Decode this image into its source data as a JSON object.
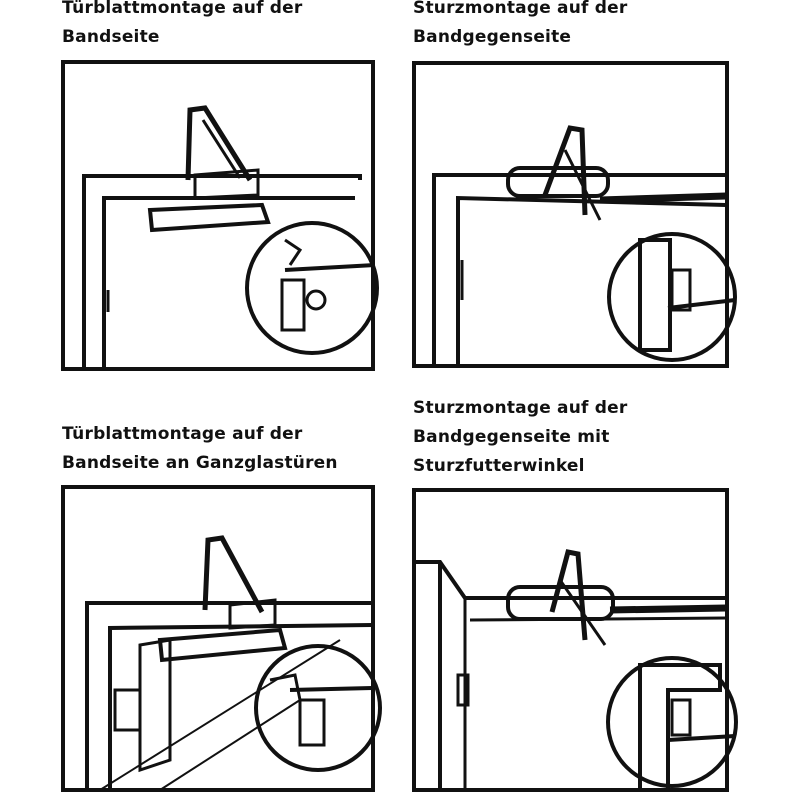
{
  "panels": [
    {
      "caption": [
        "Türblattmontage auf der",
        "Bandseite"
      ]
    },
    {
      "caption": [
        "Sturzmontage auf der",
        "Bandgegenseite"
      ]
    },
    {
      "caption": [
        "Türblattmontage auf der",
        "Bandseite an Ganzglastüren"
      ]
    },
    {
      "caption": [
        "Sturzmontage auf der",
        "Bandgegenseite mit",
        "Sturzfutterwinkel"
      ]
    }
  ]
}
